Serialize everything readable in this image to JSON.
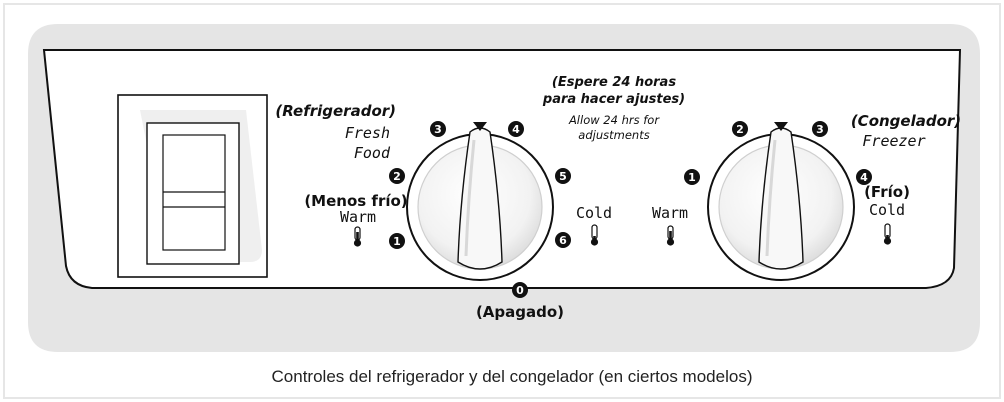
{
  "refrigerator": {
    "title": "(Refrigerador)",
    "fresh": "Fresh",
    "food": "Food",
    "warm_es": "(Menos frío)",
    "warm": "Warm",
    "cold": "Cold",
    "off_number": "0",
    "off_label": "(Apagado)",
    "numbers": [
      "1",
      "2",
      "3",
      "4",
      "5",
      "6"
    ]
  },
  "adjust_note": {
    "es_line1": "(Espere 24 horas",
    "es_line2": "para hacer ajustes)",
    "en_line1": "Allow 24 hrs for",
    "en_line2": "adjustments"
  },
  "freezer": {
    "title": "(Congelador)",
    "name": "Freezer",
    "warm": "Warm",
    "cold_es": "(Frío)",
    "cold": "Cold",
    "numbers": [
      "1",
      "2",
      "3",
      "4"
    ]
  },
  "caption": "Controles del refrigerador y del congelador (en ciertos modelos)",
  "colors": {
    "panel_shade": "#e5e5e5",
    "outline": "#111111",
    "text": "#111111"
  }
}
